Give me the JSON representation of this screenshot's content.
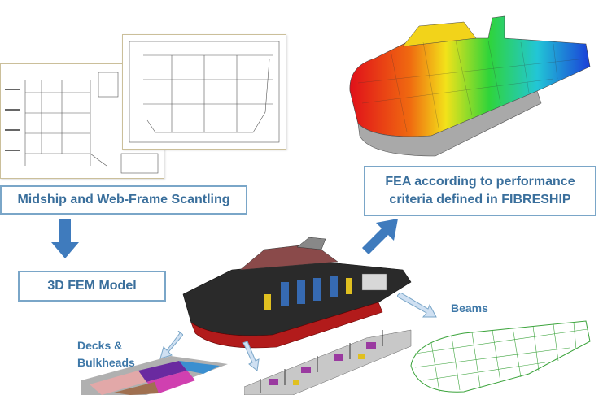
{
  "labels": {
    "scantling": "Midship and Web-Frame Scantling",
    "fem_model": "3D FEM Model",
    "fea_line1": "FEA according to performance",
    "fea_line2": "criteria defined in FIBRESHIP",
    "decks_line1": "Decks &",
    "decks_line2": "Bulkheads",
    "beams": "Beams"
  },
  "colors": {
    "label_text": "#3a6f9c",
    "box_border": "#7aa6c8",
    "arrow_fill": "#3f7bbd",
    "hull_red": "#b21b1b"
  }
}
